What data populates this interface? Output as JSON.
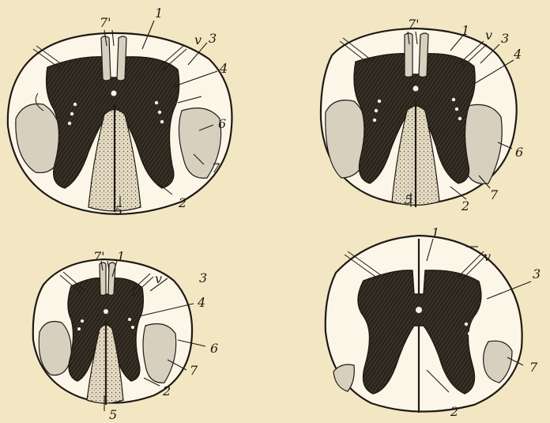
{
  "figures": [
    {
      "id": "A",
      "labels": {
        "anterior_column": "1",
        "posterior_column": "2",
        "lateral_column": "3",
        "gray_matter": "4",
        "goll_column": "5",
        "lateral_tract": "6",
        "degenerated_area": "7",
        "median_fissure": "7'",
        "root": "v"
      }
    },
    {
      "id": "B",
      "labels": {
        "anterior_column": "1",
        "posterior_column": "2",
        "lateral_column": "3",
        "gray_matter": "4",
        "goll_column": "5",
        "lateral_tract": "6",
        "degenerated_area": "7",
        "median_fissure": "7'",
        "root": "v"
      }
    },
    {
      "id": "C",
      "labels": {
        "anterior_column": "1",
        "posterior_column": "2",
        "lateral_column": "3",
        "gray_matter": "4",
        "goll_column": "5",
        "lateral_tract": "6",
        "degenerated_area": "7",
        "median_fissure": "7'",
        "root": "v"
      }
    },
    {
      "id": "D",
      "labels": {
        "anterior_column": "1",
        "posterior_column": "2",
        "lateral_column": "3",
        "degenerated_area": "7",
        "root": "v"
      }
    }
  ],
  "colors": {
    "paper": "#f3e6c3",
    "section_fill": "#fbf6e8",
    "gray_matter": "#2a241c",
    "ink": "#1e1a14",
    "degenerated": "#9e978a"
  }
}
